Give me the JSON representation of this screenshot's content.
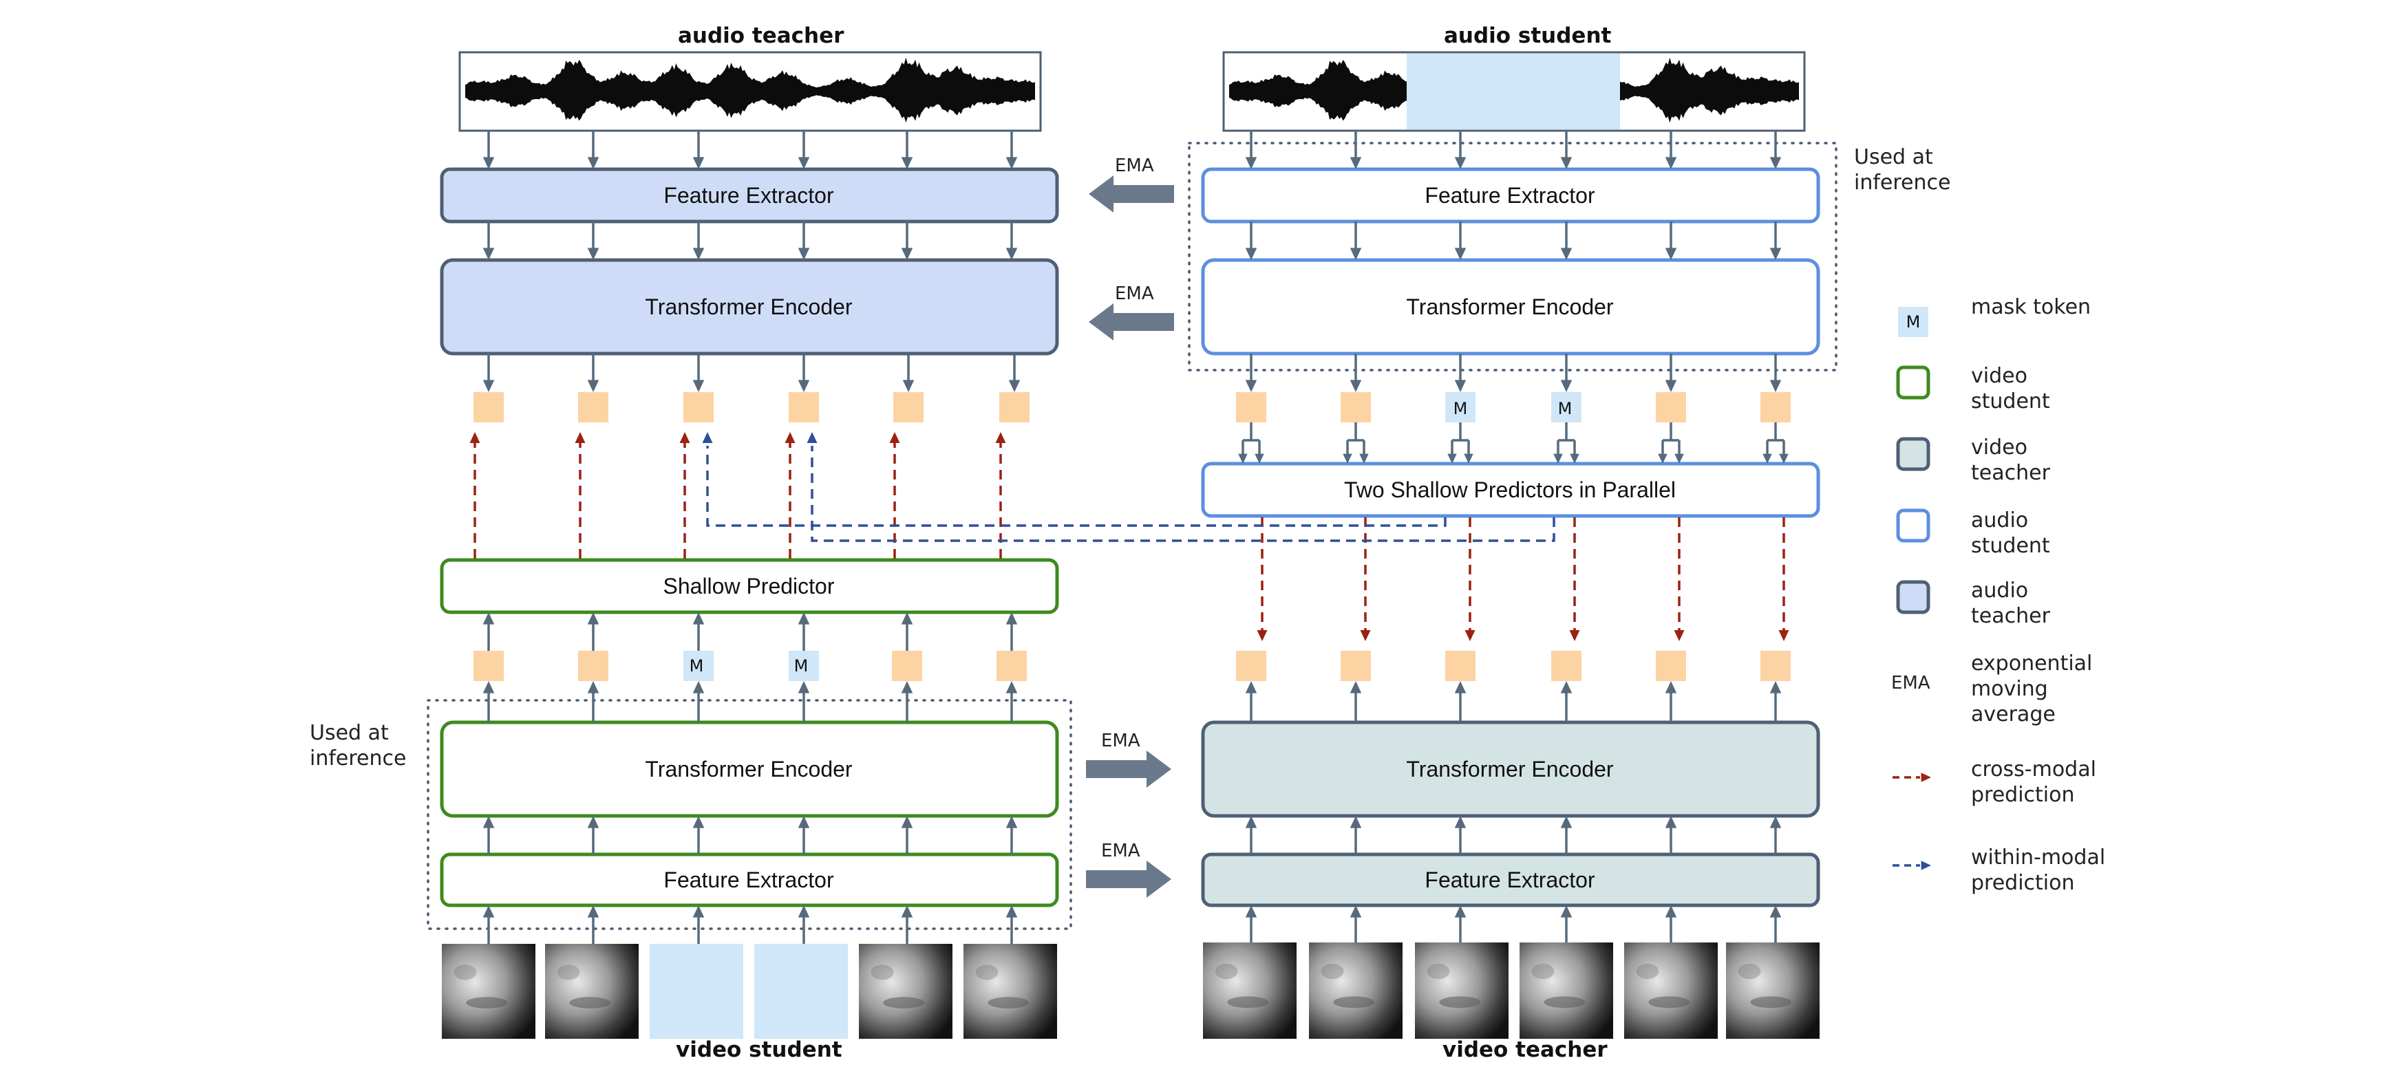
{
  "titles": {
    "audio_teacher": "audio teacher",
    "audio_student": "audio student",
    "video_student": "video student",
    "video_teacher": "video teacher"
  },
  "boxes": {
    "at_feature": "Feature Extractor",
    "at_transformer": "Transformer Encoder",
    "as_feature": "Feature Extractor",
    "as_transformer": "Transformer Encoder",
    "two_predictors": "Two Shallow Predictors in Parallel",
    "shallow_predictor": "Shallow Predictor",
    "vs_transformer": "Transformer Encoder",
    "vs_feature": "Feature Extractor",
    "vt_transformer": "Transformer Encoder",
    "vt_feature": "Feature Extractor"
  },
  "ema_label": "EMA",
  "mask_token": "M",
  "used_at_inference": [
    "Used at",
    "inference"
  ],
  "legend": [
    {
      "swatch": "mask-token",
      "label": "mask token"
    },
    {
      "swatch": "video-student",
      "label": "video student"
    },
    {
      "swatch": "video-teacher",
      "label": "video teacher"
    },
    {
      "swatch": "audio-student",
      "label": "audio student"
    },
    {
      "swatch": "audio-teacher",
      "label": "audio teacher"
    },
    {
      "swatch": "ema",
      "symbol": "EMA",
      "label": "exponential moving average"
    },
    {
      "swatch": "cross-modal-arrow",
      "label": "cross-modal prediction"
    },
    {
      "swatch": "within-modal-arrow",
      "label": "within-modal prediction"
    }
  ],
  "colors": {
    "audio_teacher_fill": "#cfdcf7",
    "audio_student_border": "#5b8fe0",
    "video_student_border": "#3f8a1f",
    "video_teacher_fill": "#d4e3e4",
    "token_fill": "#fcd3a2",
    "mask_fill": "#cfe7f8",
    "arrow_gray": "#566a7c",
    "cross_modal": "#9b2212",
    "within_modal": "#2f4f9c"
  }
}
